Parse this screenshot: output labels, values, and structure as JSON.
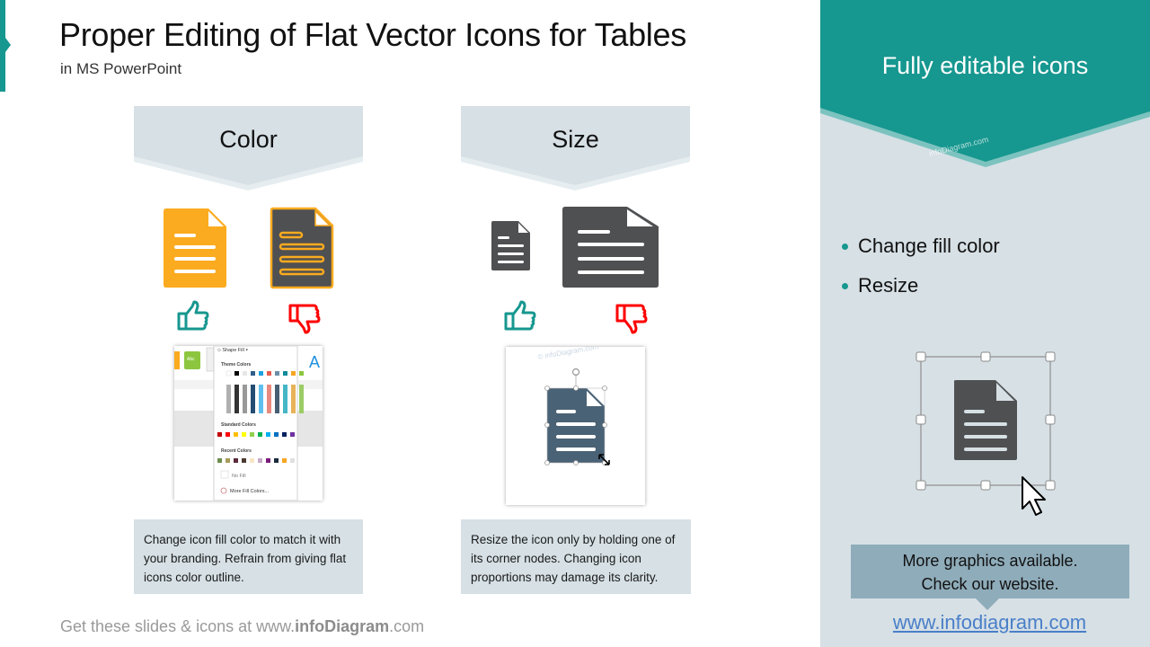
{
  "slide": {
    "title": "Proper Editing of Flat Vector Icons for Tables",
    "subtitle": "in MS PowerPoint"
  },
  "columns": [
    {
      "header": "Color",
      "good_icon": {
        "name": "document-icon",
        "fill": "#fbab1f",
        "lines": "#ffffff"
      },
      "bad_icon": {
        "name": "document-icon",
        "fill": "#4f5052",
        "outline": "#fbab1f"
      },
      "screenshot": {
        "kind": "shape-fill-menu",
        "menu_button": "Shape Fill",
        "sections": [
          "Theme Colors",
          "Standard Colors",
          "Recent Colors"
        ],
        "items": [
          "No Fill",
          "More Fill Colors..."
        ],
        "style_sample": "Abc"
      },
      "description": "Change icon fill color to match it with your branding. Refrain from giving flat icons color outline."
    },
    {
      "header": "Size",
      "good_icon": {
        "name": "document-icon-small",
        "fill": "#4f5052"
      },
      "bad_icon": {
        "name": "document-icon-stretched",
        "fill": "#4f5052"
      },
      "screenshot": {
        "kind": "resize-demo",
        "watermark": "© infoDiagram.com",
        "icon_fill": "#4a6275"
      },
      "description": "Resize the icon only by holding one of its corner nodes. Changing icon proportions may damage its clarity."
    }
  ],
  "thumbs": {
    "good": "thumbs-up-icon",
    "bad": "thumbs-down-icon",
    "good_color": "#16978f",
    "bad_color": "#ff0000"
  },
  "footer": {
    "prefix": "Get these slides & icons at www.",
    "brand": "infoDiagram",
    "suffix": ".com"
  },
  "panel": {
    "title": "Fully editable icons",
    "watermark": "infoDiagram.com",
    "bullets": [
      "Change fill color",
      "Resize"
    ],
    "callout_line1": "More graphics available.",
    "callout_line2": "Check our website.",
    "link": "www.infodiagram.com"
  },
  "colors": {
    "accent": "#16978f",
    "panel_bg": "#d6e0e5",
    "callout_bg": "#8facba",
    "icon_dark": "#4f5052",
    "icon_orange": "#fbab1f",
    "link": "#4a7fc8"
  }
}
